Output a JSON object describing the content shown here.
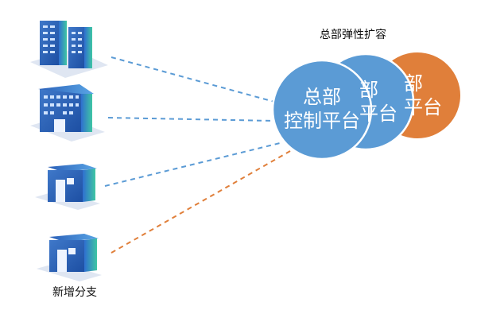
{
  "diagram": {
    "elastic_label": "总部弹性扩容",
    "new_branch_label": "新增分支",
    "platforms": [
      {
        "line1": "总部",
        "line2": "控制平台",
        "color": "#5b9bd5"
      },
      {
        "line1": "部",
        "line2": "平台",
        "color": "#5b9bd5"
      },
      {
        "line1": "部",
        "line2": "平台",
        "color": "#e07f3a"
      }
    ],
    "sites": [
      {
        "name": "hq-tower-buildings",
        "link_color": "#5b9bd5"
      },
      {
        "name": "office-building",
        "link_color": "#5b9bd5"
      },
      {
        "name": "branch-office",
        "link_color": "#5b9bd5"
      },
      {
        "name": "new-branch-office",
        "link_color": "#e07f3a"
      }
    ]
  }
}
